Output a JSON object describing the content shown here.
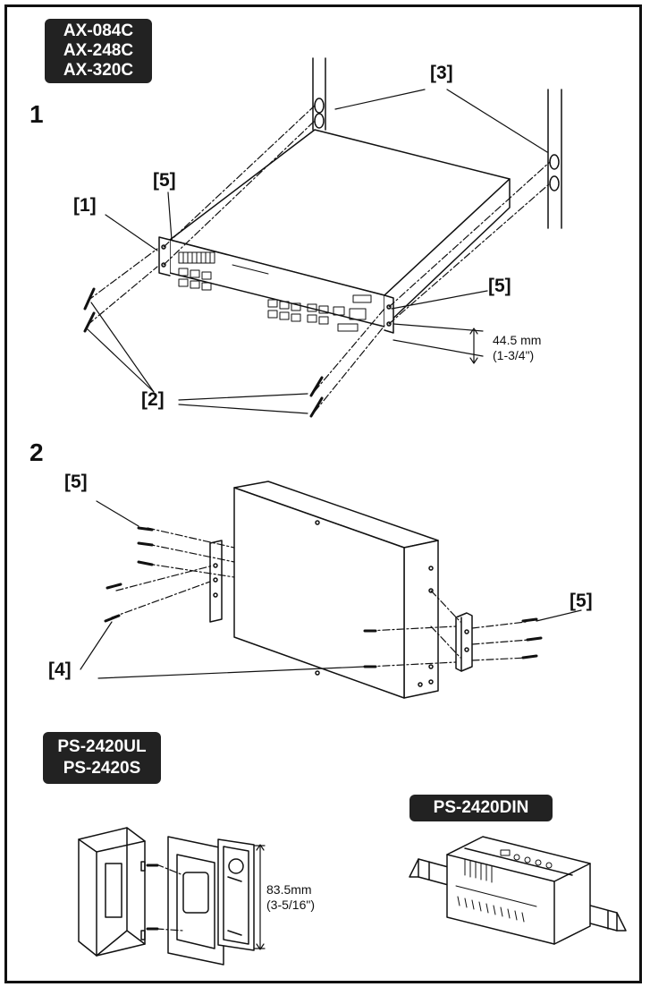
{
  "models_ax": [
    "AX-084C",
    "AX-248C",
    "AX-320C"
  ],
  "models_ps": [
    "PS-2420UL",
    "PS-2420S"
  ],
  "model_din": "PS-2420DIN",
  "steps": {
    "one": "1",
    "two": "2"
  },
  "callouts": {
    "c1": "[1]",
    "c2": "[2]",
    "c3": "[3]",
    "c4": "[4]",
    "c5a": "[5]",
    "c5b": "[5]",
    "c5c": "[5]",
    "c5d": "[5]"
  },
  "dims": {
    "rack_height_mm": "44.5 mm",
    "rack_height_in": "(1-3/4\")",
    "ps_height_mm": "83.5mm",
    "ps_height_in": "(3-5/16\")"
  },
  "colors": {
    "ink": "#111111",
    "badge_bg": "#222222",
    "badge_text": "#ffffff"
  }
}
